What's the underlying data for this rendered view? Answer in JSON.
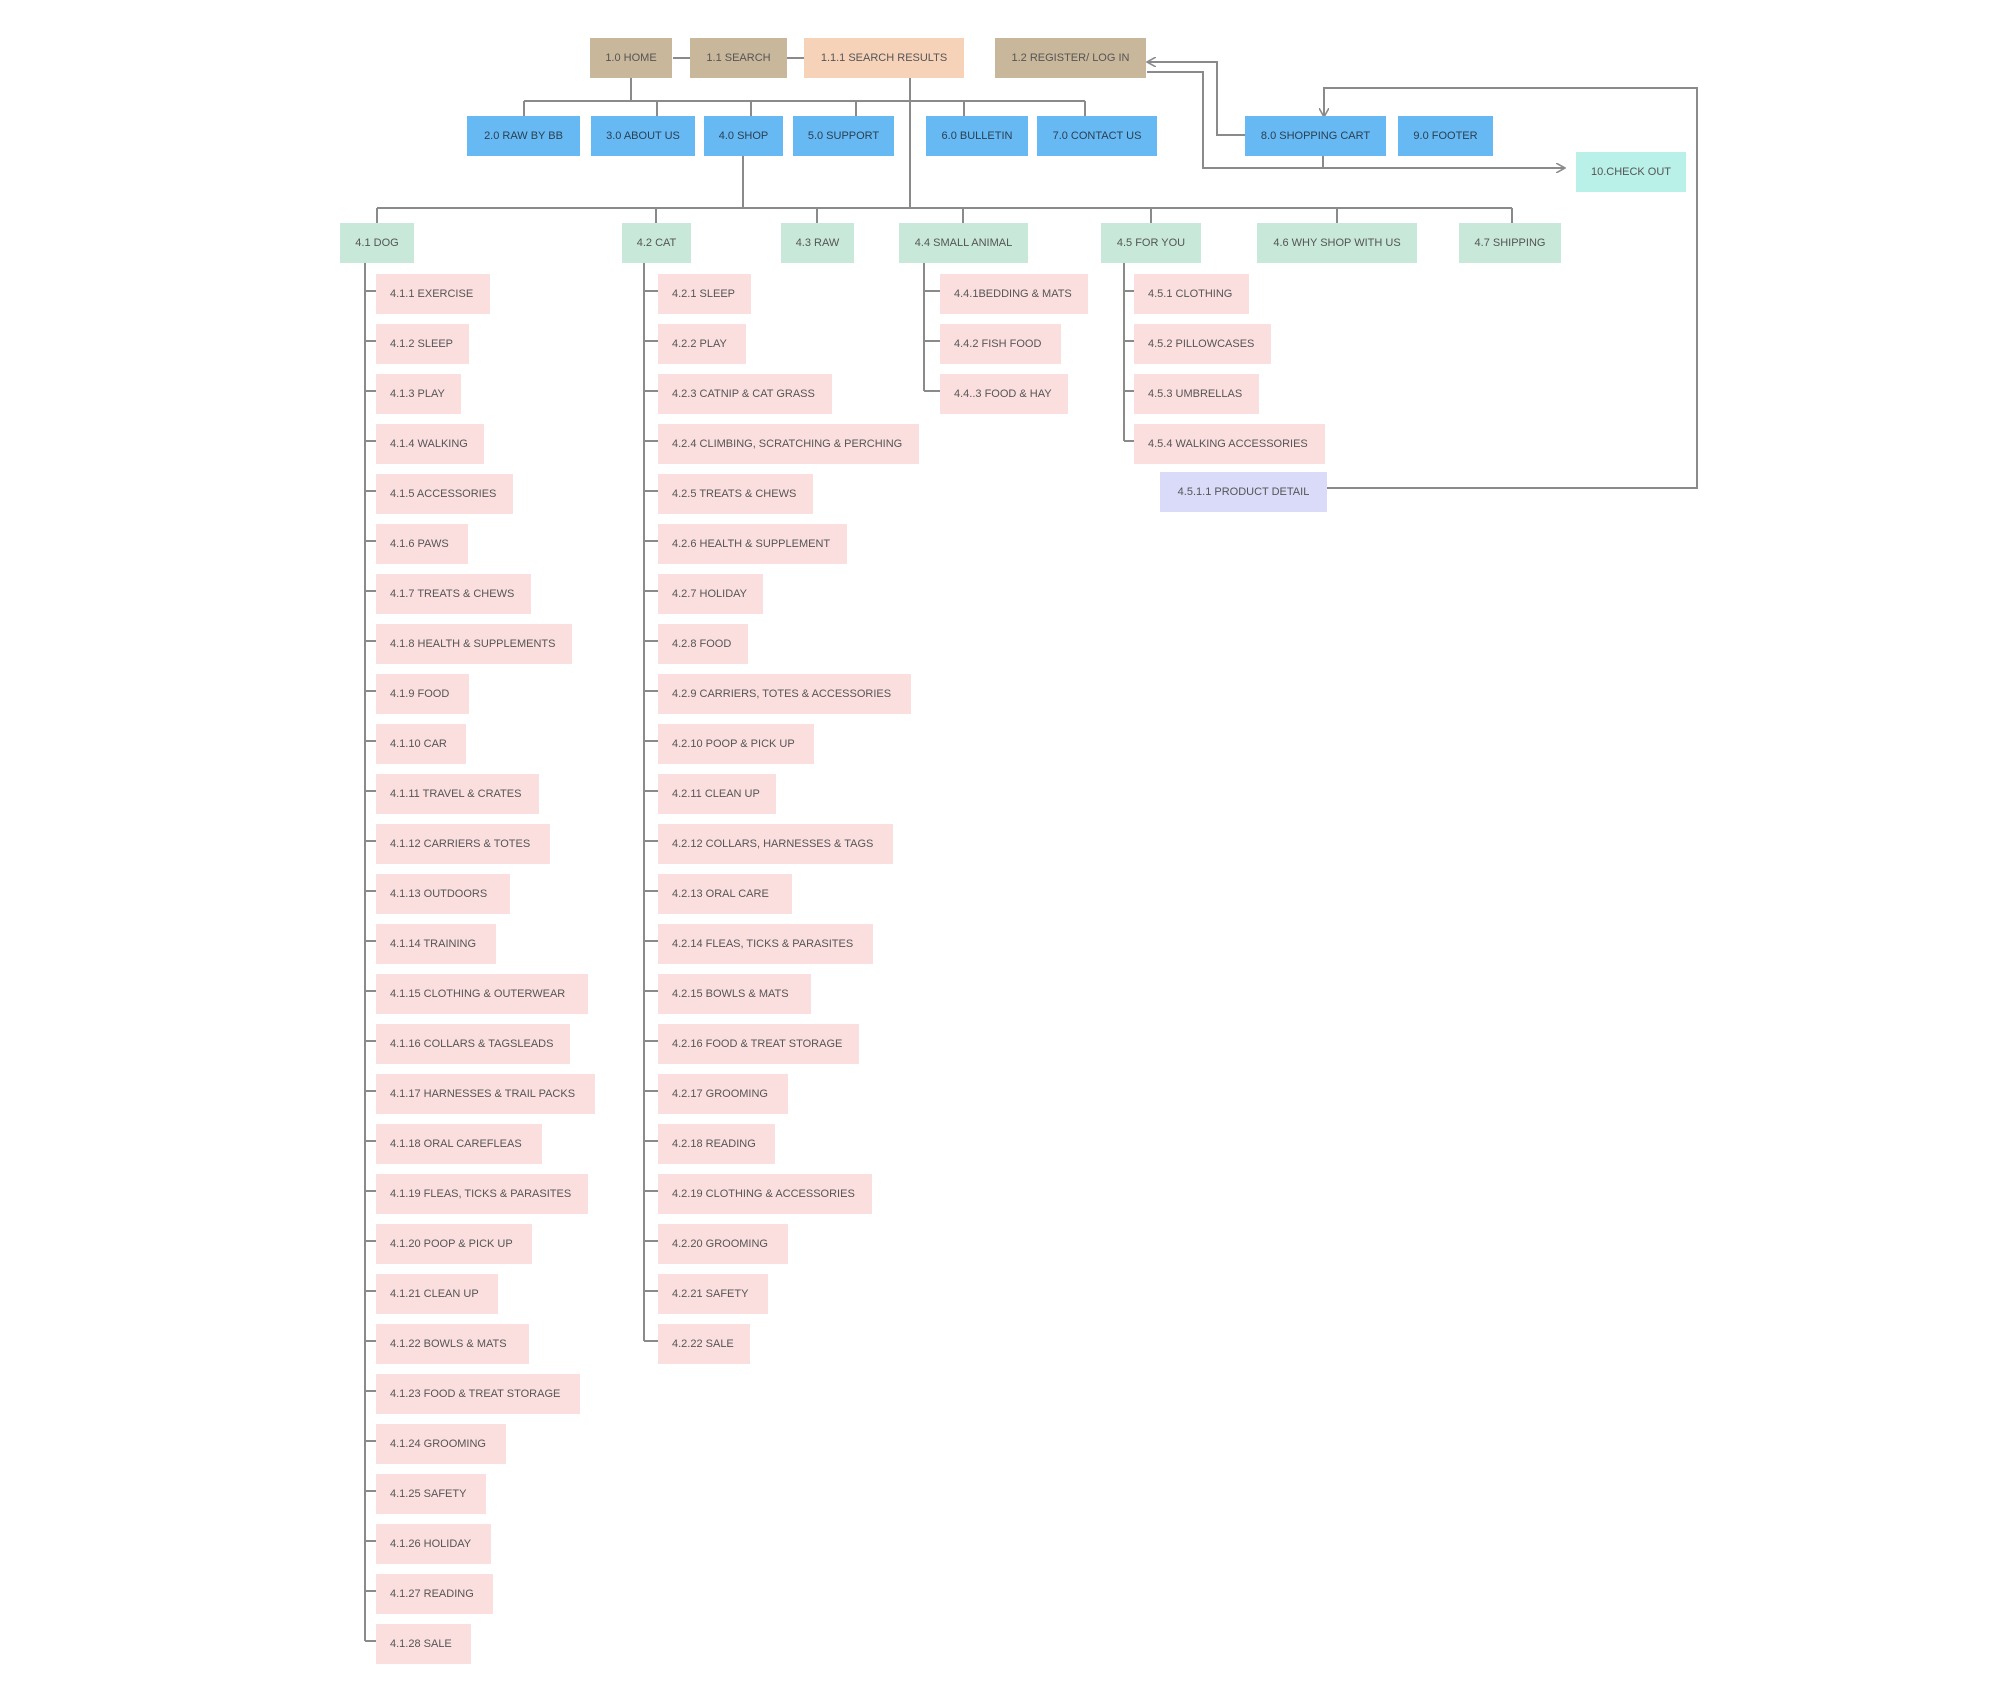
{
  "colors": {
    "top": "#c8b79b",
    "search_results": "#f6d2b9",
    "level2": "#67b9f3",
    "checkout": "#b9f0e8",
    "shop_categories": "#c8e8d9",
    "leaf": "#fbdfdf",
    "product_detail": "#d9dbf8",
    "connector": "#8a8a8a"
  },
  "top": {
    "home": "1.0 HOME",
    "search": "1.1 SEARCH",
    "search_results": "1.1.1 SEARCH RESULTS",
    "register": "1.2 REGISTER/ LOG IN"
  },
  "level2": {
    "raw_by_bb": "2.0  RAW BY BB",
    "about_us": "3.0 ABOUT US",
    "shop": "4.0 SHOP",
    "support": "5.0 SUPPORT",
    "bulletin": "6.0 BULLETIN",
    "contact_us": "7.0 CONTACT US",
    "shopping_cart": "8.0 SHOPPING CART",
    "footer": "9.0 FOOTER",
    "checkout": "10.CHECK OUT"
  },
  "shop": {
    "dog": "4.1 DOG",
    "cat": "4.2 CAT",
    "raw": "4.3 RAW",
    "small_animal": "4.4 SMALL ANIMAL",
    "for_you": "4.5 FOR YOU",
    "why_shop": "4.6 WHY SHOP WITH US",
    "shipping": "4.7 SHIPPING"
  },
  "dog_items": [
    "4.1.1 EXERCISE",
    "4.1.2 SLEEP",
    "4.1.3 PLAY",
    "4.1.4 WALKING",
    "4.1.5 ACCESSORIES",
    "4.1.6  PAWS",
    "4.1.7 TREATS & CHEWS",
    "4.1.8 HEALTH & SUPPLEMENTS",
    "4.1.9  FOOD",
    "4.1.10  CAR",
    "4.1.11 TRAVEL & CRATES",
    "4.1.12  CARRIERS & TOTES",
    "4.1.13   OUTDOORS",
    "4.1.14  TRAINING",
    "4.1.15   CLOTHING & OUTERWEAR",
    "4.1.16 COLLARS & TAGSLEADS",
    "4.1.17  HARNESSES & TRAIL PACKS",
    "4.1.18  ORAL CAREFLEAS",
    "4.1.19 FLEAS, TICKS & PARASITES",
    "4.1.20  POOP & PICK UP",
    "4.1.21  CLEAN UP",
    "4.1.22   BOWLS & MATS",
    "4.1.23  FOOD & TREAT STORAGE",
    "4.1.24  GROOMING",
    "4.1.25  SAFETY",
    "4.1.26  HOLIDAY",
    "4.1.27  READING",
    "4.1.28  SALE"
  ],
  "cat_items": [
    "4.2.1 SLEEP",
    "4.2.2  PLAY",
    "4.2.3 CATNIP & CAT GRASS",
    "4.2.4 CLIMBING, SCRATCHING & PERCHING",
    "4.2.5 TREATS & CHEWS",
    "4.2.6 HEALTH & SUPPLEMENT",
    "4.2.7 HOLIDAY",
    "4.2.8 FOOD",
    "4.2.9  CARRIERS, TOTES & ACCESSORIES",
    "4.2.10  POOP & PICK UP",
    "4.2.11 CLEAN UP",
    "4.2.12  COLLARS, HARNESSES & TAGS",
    "4.2.13   ORAL CARE",
    "4.2.14  FLEAS, TICKS & PARASITES",
    "4.2.15   BOWLS & MATS",
    "4.2.16 FOOD & TREAT STORAGE",
    "4.2.17  GROOMING",
    "4.2.18  READING",
    "4.2.19 CLOTHING & ACCESSORIES",
    "4.2.20  GROOMING",
    "4.2.21  SAFETY",
    "4.2.22 SALE"
  ],
  "small_animal_items": [
    "4.4.1BEDDING & MATS",
    "4.4.2  FISH FOOD",
    "4.4..3 FOOD & HAY"
  ],
  "for_you_items": [
    "4.5.1 CLOTHING",
    "4.5.2 PILLOWCASES",
    "4.5.3 UMBRELLAS",
    "4.5.4 WALKING ACCESSORIES"
  ],
  "product_detail": "4.5.1.1  PRODUCT DETAIL"
}
